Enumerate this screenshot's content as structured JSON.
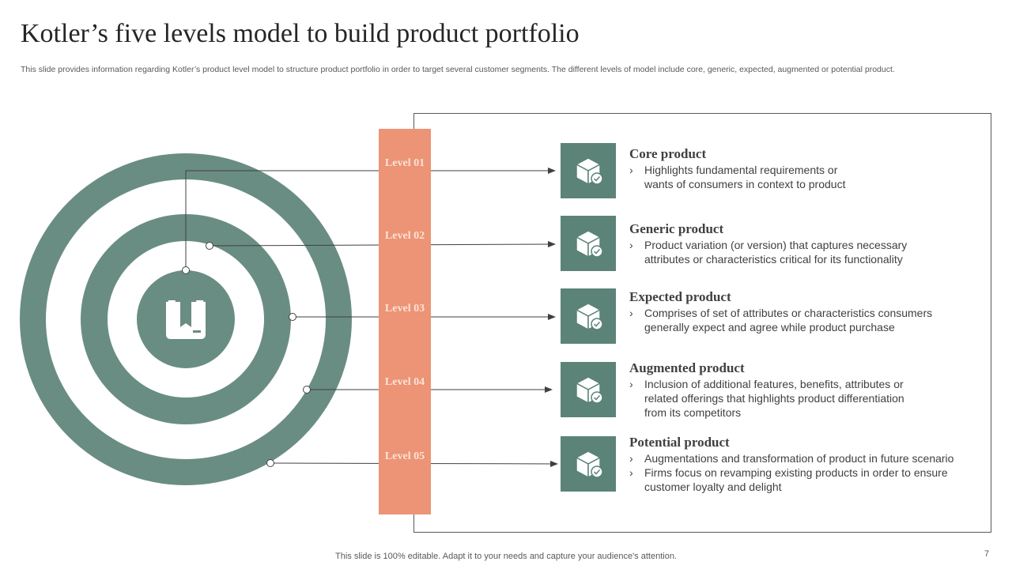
{
  "slide": {
    "title": "Kotler’s five levels model to build product portfolio",
    "subtitle": "This slide provides information regarding Kotler’s product level model to structure product portfolio in order to target several customer segments. The different levels of model include core, generic, expected, augmented or potential product.",
    "footer": "This slide is 100% editable. Adapt it to your needs and capture your audience's attention.",
    "page_number": "7"
  },
  "colors": {
    "ring": "#6a8d83",
    "level_bar": "#ec9475",
    "level_text": "#fbe3d8",
    "icon_tile": "#5b8378",
    "connector": "#404040"
  },
  "center_icon": "package-box-icon",
  "tile_icon": "cube-check-icon",
  "levels": [
    {
      "label": "Level 01",
      "title": "Core product",
      "bullets": [
        "Highlights fundamental requirements or wants of consumers in context to product"
      ]
    },
    {
      "label": "Level 02",
      "title": "Generic product",
      "bullets": [
        "Product variation (or version) that captures necessary attributes or characteristics critical for its functionality"
      ]
    },
    {
      "label": "Level 03",
      "title": "Expected product",
      "bullets": [
        "Comprises of set of attributes or characteristics consumers generally expect and agree while product purchase"
      ]
    },
    {
      "label": "Level 04",
      "title": "Augmented product",
      "bullets": [
        "Inclusion of additional features, benefits, attributes or related offerings that highlights product differentiation from its competitors"
      ]
    },
    {
      "label": "Level 05",
      "title": "Potential product",
      "bullets": [
        "Augmentations and transformation of product in future scenario",
        "Firms focus on revamping existing products in order to ensure customer loyalty and delight"
      ]
    }
  ]
}
